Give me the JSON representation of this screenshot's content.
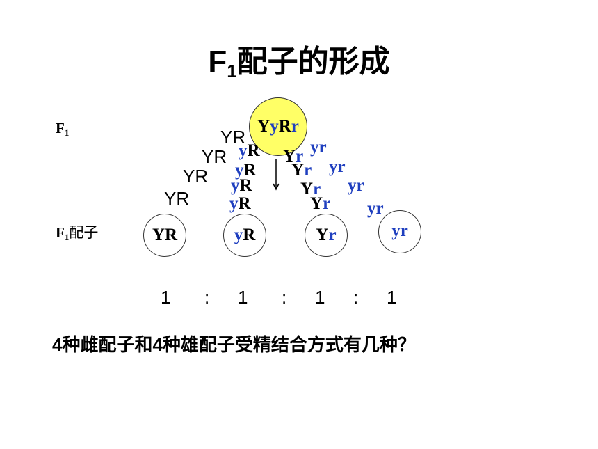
{
  "title": {
    "main": "F",
    "sub": "1",
    "rest": "配子的形成"
  },
  "labels": {
    "f1": {
      "main": "F",
      "sub": "1"
    },
    "gametes": {
      "main": "F",
      "sub": "1",
      "rest": "配子"
    }
  },
  "parent": {
    "g1": "Y",
    "g2": "y",
    "g3": "R",
    "g4": "r"
  },
  "gametes": [
    {
      "a": "Y",
      "b": "R"
    },
    {
      "a": "y",
      "b": "R"
    },
    {
      "a": "Y",
      "b": "r"
    },
    {
      "a": "y",
      "b": "r"
    }
  ],
  "stacks": {
    "YR": [
      "YR",
      "YR",
      "YR",
      "YR"
    ],
    "yR": [
      "yR",
      "yR",
      "yR",
      "yR"
    ],
    "Yr": [
      "Yr",
      "Yr",
      "Yr",
      "Yr"
    ],
    "yr": [
      "yr",
      "yr",
      "yr",
      "yr"
    ]
  },
  "ratio": [
    "1",
    ":",
    "1",
    ":",
    "1",
    ":",
    "1"
  ],
  "question": "4种雌配子和4种雄配子受精结合方式有几种？",
  "colors": {
    "parent_fill": "#ffff66",
    "blue": "#1f3fbf"
  }
}
